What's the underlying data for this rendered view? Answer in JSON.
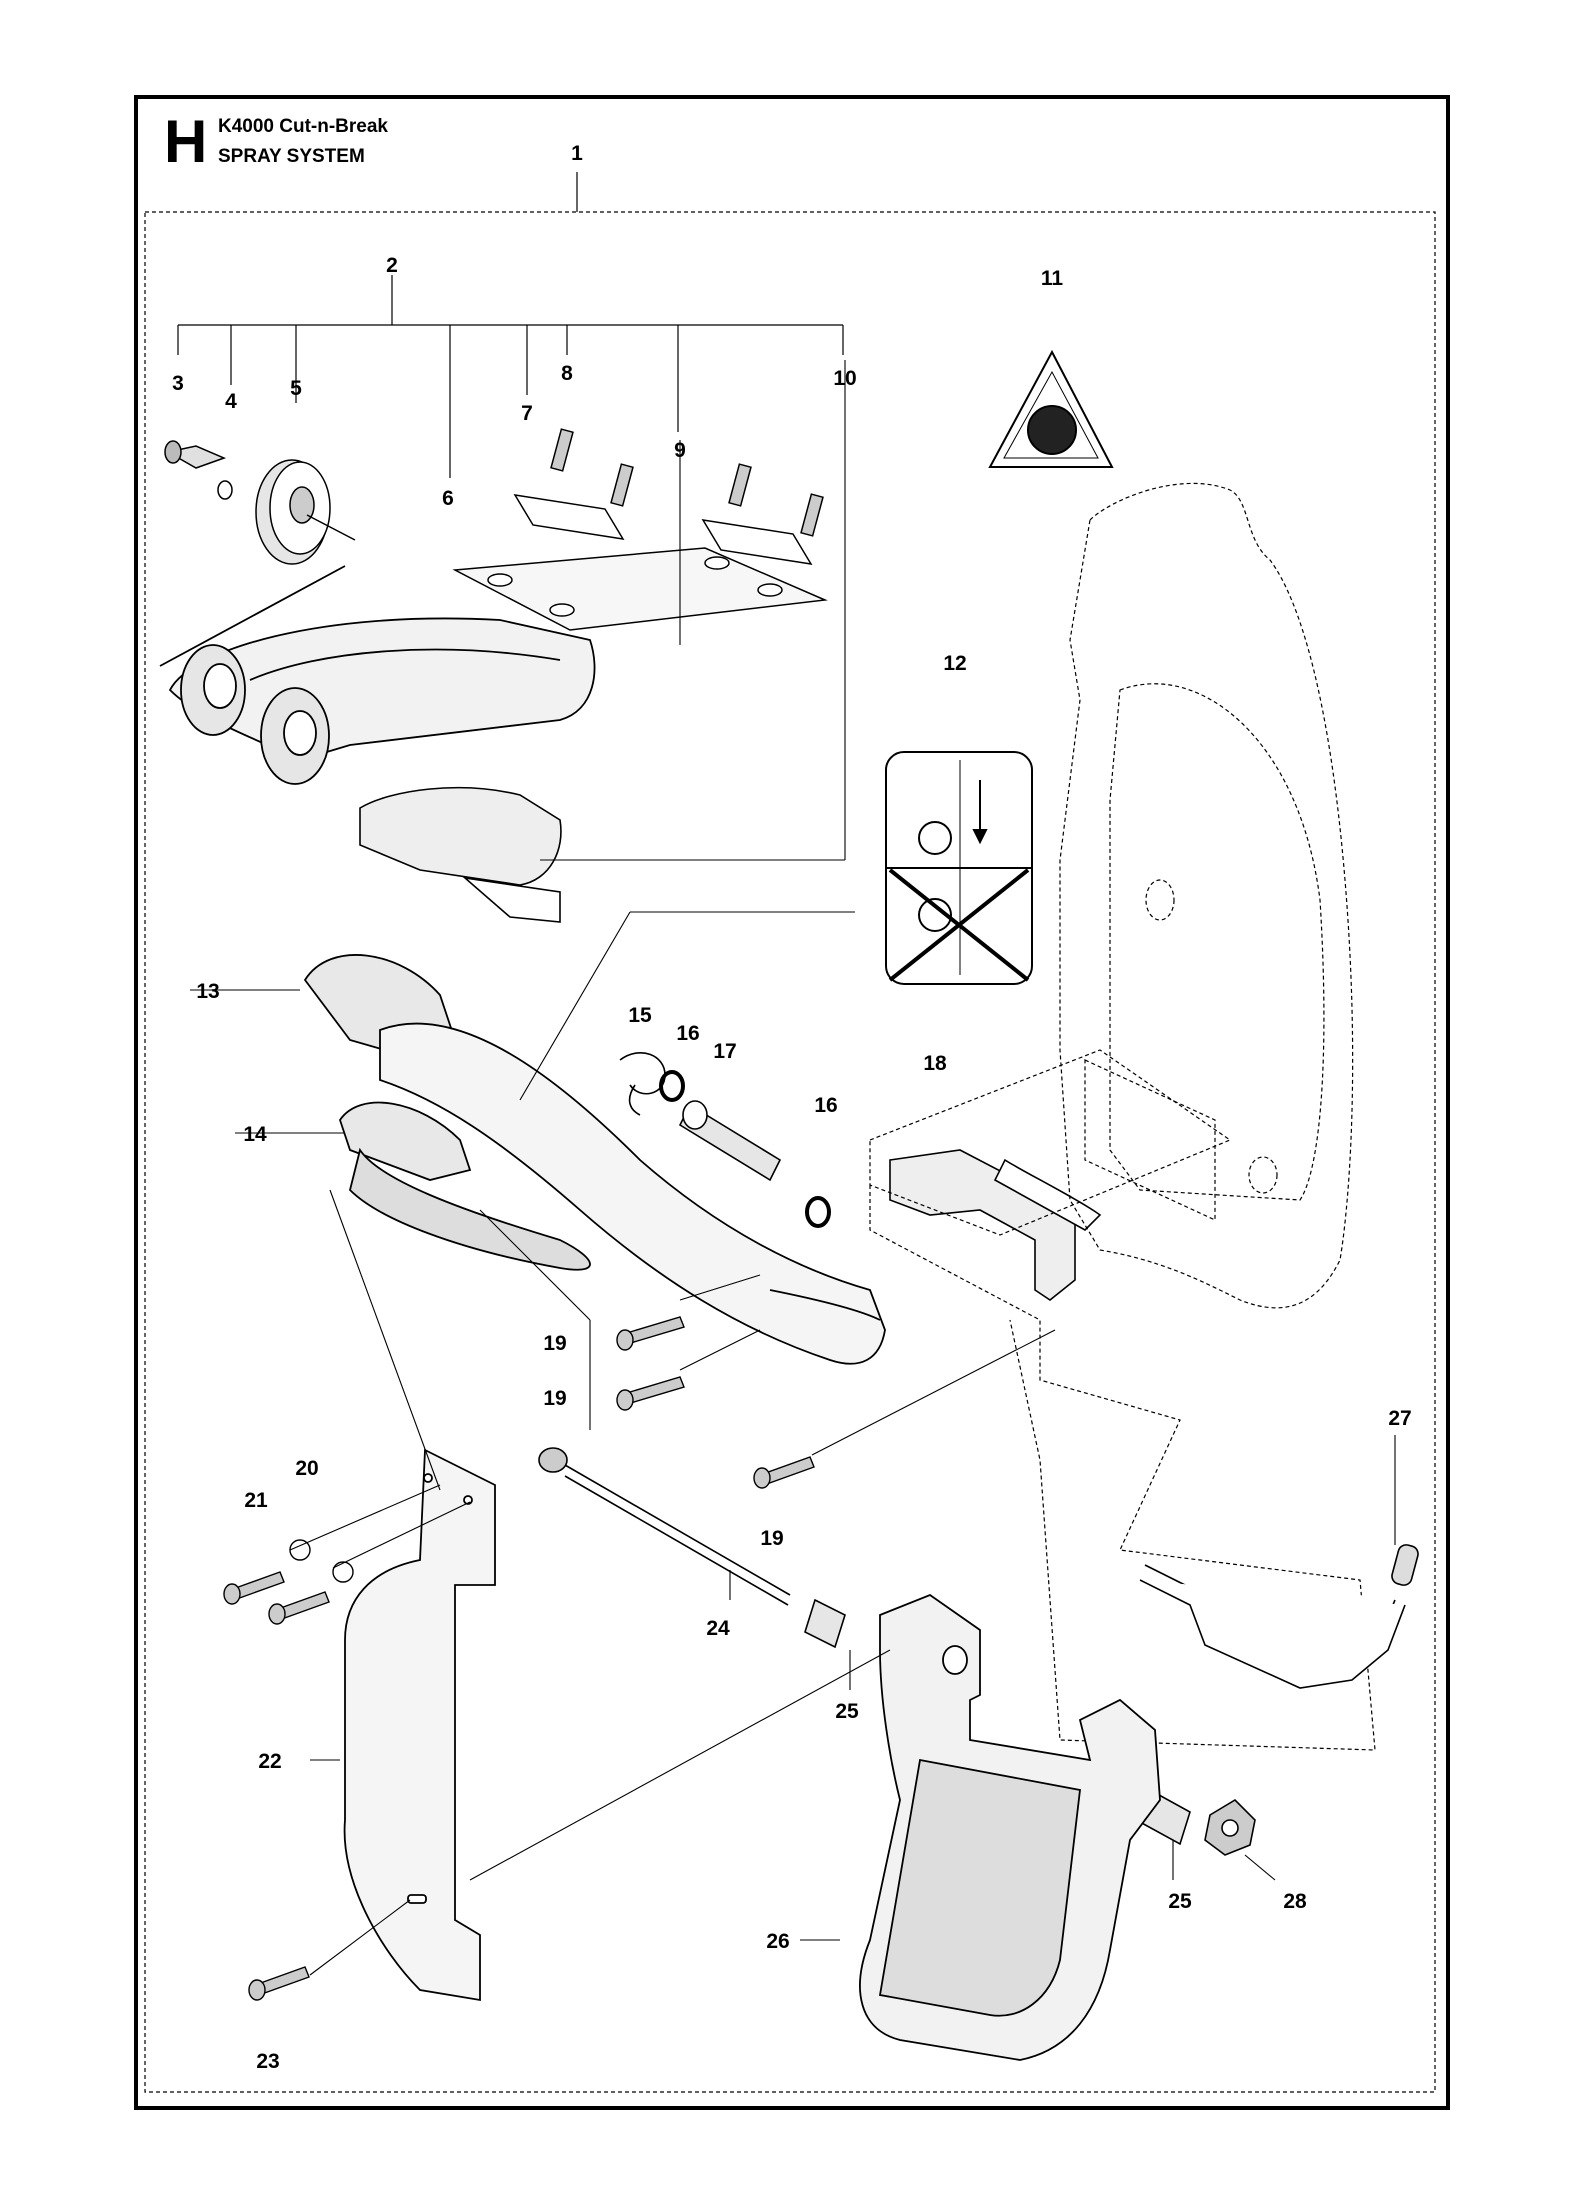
{
  "header": {
    "section_letter": "H",
    "model": "K4000 Cut-n-Break",
    "section_title": "SPRAY SYSTEM"
  },
  "callouts": [
    {
      "id": "c1",
      "label": "1"
    },
    {
      "id": "c2",
      "label": "2"
    },
    {
      "id": "c3",
      "label": "3"
    },
    {
      "id": "c4",
      "label": "4"
    },
    {
      "id": "c5",
      "label": "5"
    },
    {
      "id": "c6",
      "label": "6"
    },
    {
      "id": "c7",
      "label": "7"
    },
    {
      "id": "c8",
      "label": "8"
    },
    {
      "id": "c9",
      "label": "9"
    },
    {
      "id": "c10",
      "label": "10"
    },
    {
      "id": "c11",
      "label": "11"
    },
    {
      "id": "c12",
      "label": "12"
    },
    {
      "id": "c13",
      "label": "13"
    },
    {
      "id": "c14",
      "label": "14"
    },
    {
      "id": "c15",
      "label": "15"
    },
    {
      "id": "c16a",
      "label": "16"
    },
    {
      "id": "c16b",
      "label": "16"
    },
    {
      "id": "c17",
      "label": "17"
    },
    {
      "id": "c18",
      "label": "18"
    },
    {
      "id": "c19a",
      "label": "19"
    },
    {
      "id": "c19b",
      "label": "19"
    },
    {
      "id": "c19c",
      "label": "19"
    },
    {
      "id": "c20",
      "label": "20"
    },
    {
      "id": "c21",
      "label": "21"
    },
    {
      "id": "c22",
      "label": "22"
    },
    {
      "id": "c23",
      "label": "23"
    },
    {
      "id": "c24",
      "label": "24"
    },
    {
      "id": "c25a",
      "label": "25"
    },
    {
      "id": "c25b",
      "label": "25"
    },
    {
      "id": "c26",
      "label": "26"
    },
    {
      "id": "c27",
      "label": "27"
    },
    {
      "id": "c28",
      "label": "28"
    }
  ],
  "colors": {
    "line": "#000000",
    "background": "#ffffff",
    "shade": "#d9d9d9",
    "dark": "#333333"
  }
}
